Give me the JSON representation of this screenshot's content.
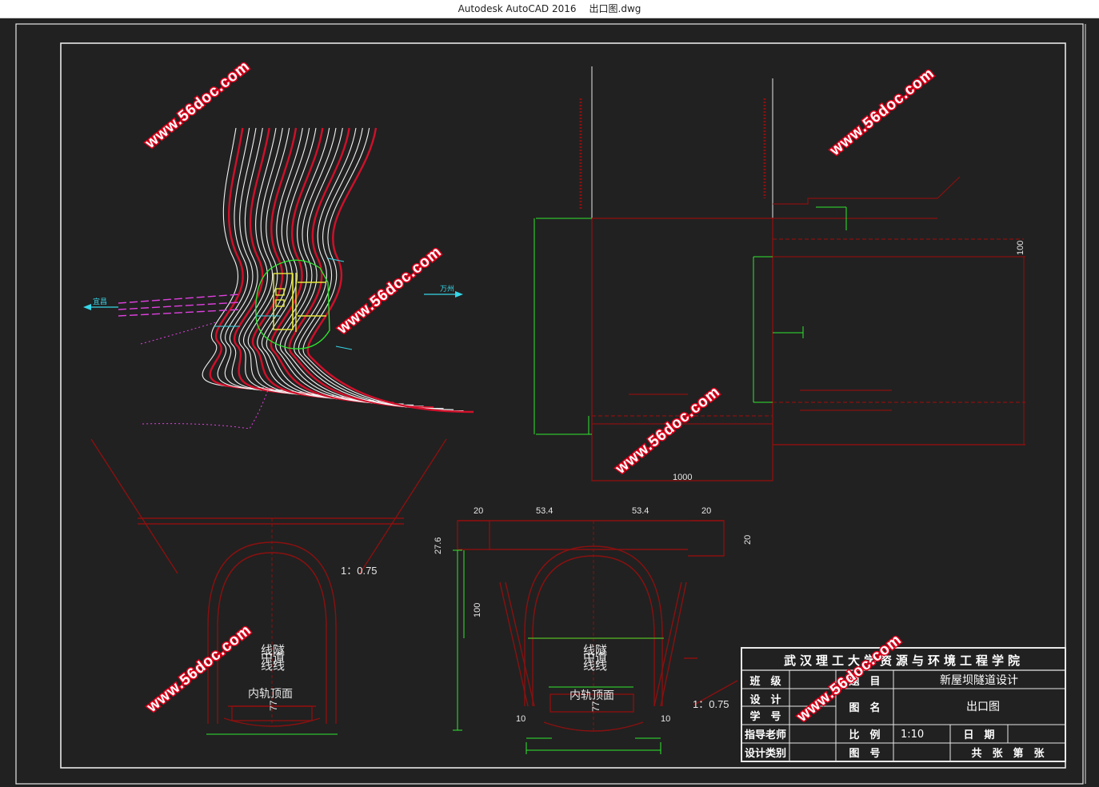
{
  "window": {
    "app_title": "Autodesk AutoCAD 2016",
    "file_name": "出口图.dwg"
  },
  "watermark": "www.56doc.com",
  "plan_view": {
    "arrow_left": "宜昌",
    "arrow_right": "万州"
  },
  "profile_view": {
    "dim_horizontal": "1000",
    "dim_right": "100"
  },
  "section_left": {
    "slope": "1：0.75",
    "line_labels": [
      "线隧",
      "中道",
      "线线"
    ],
    "rail_label": "内轨顶面",
    "dim_77": "77"
  },
  "section_right": {
    "dim_top": [
      "20",
      "53.4",
      "53.4",
      "20"
    ],
    "dim_left_top": "27.6",
    "dim_left_mid": "100",
    "dim_right_top": "20",
    "slope": "1：0.75",
    "line_labels": [
      "线隧",
      "中道",
      "线线"
    ],
    "rail_label": "内轨顶面",
    "dim_77": "77",
    "dim_10_left": "10",
    "dim_10_right": "10"
  },
  "title_block": {
    "institution": "武汉理工大学资源与环境工程学院",
    "rows": [
      {
        "label": "班　级",
        "value": "",
        "label2": "题　目",
        "value2": "新屋坝隧道设计"
      },
      {
        "label": "设　计",
        "value": "",
        "label2": "图　名",
        "value2": "出口图"
      },
      {
        "label": "学　号",
        "value": ""
      },
      {
        "label": "指导老师",
        "value": "",
        "label2": "比　例",
        "value2": "1:10",
        "label3": "日　期",
        "value3": ""
      },
      {
        "label": "设计类别",
        "value": "",
        "label2": "图　号",
        "value2": "",
        "label3": "共　张　第　张"
      }
    ]
  },
  "colors": {
    "background": "#212121",
    "frame": "#e8e8e8",
    "contour_white": "#f2f2f2",
    "contour_red": "#d0102a",
    "dark_red": "#8a1010",
    "green": "#2ee82e",
    "cyan": "#36d7e8",
    "magenta": "#e040e0",
    "yellow": "#e6e63a"
  }
}
